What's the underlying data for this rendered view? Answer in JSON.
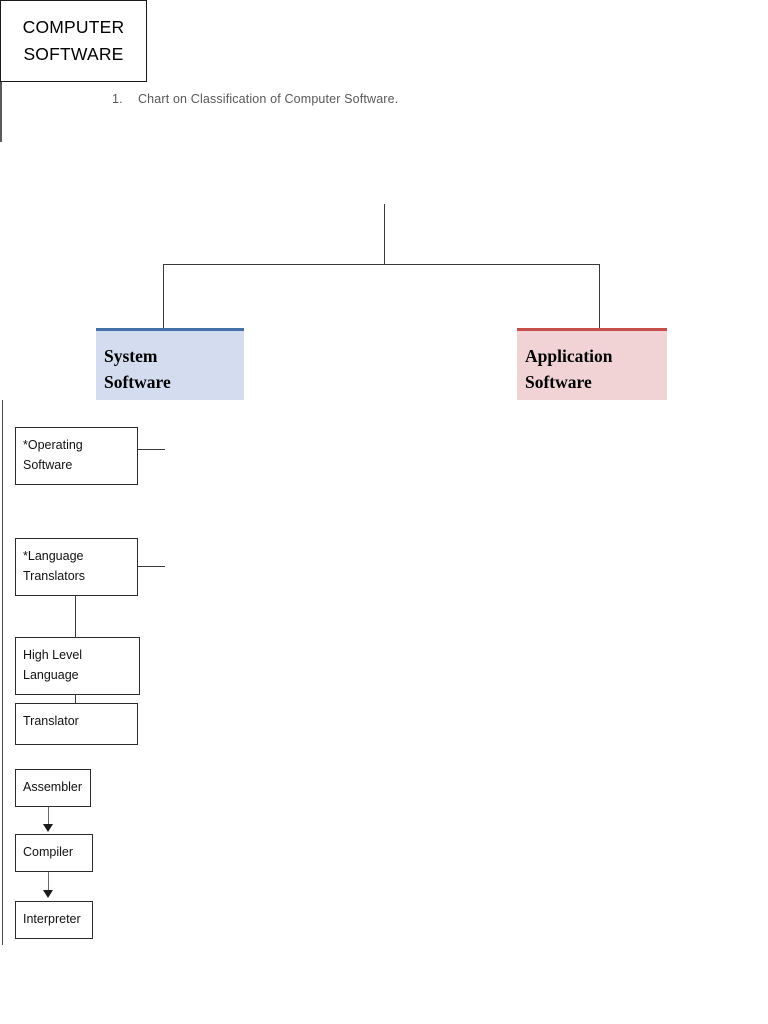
{
  "document": {
    "heading": {
      "number": "1.",
      "text": "Chart on Classification of Computer Software."
    }
  },
  "chart_data": {
    "type": "diagram",
    "title": "Chart on Classification of Computer Software.",
    "root": {
      "line1": "COMPUTER",
      "line2": "SOFTWARE"
    },
    "branches": [
      {
        "id": "system-software",
        "line1": "System",
        "line2": "Software",
        "fill": "#d3ddef",
        "accent": "#4472a8"
      },
      {
        "id": "application-software",
        "line1": "Application",
        "line2": "Software",
        "fill": "#f1d3d5",
        "accent": "#c5504b"
      }
    ],
    "leaves": [
      {
        "id": "operating-software",
        "line1": "*Operating",
        "line2": "Software"
      },
      {
        "id": "language-translators",
        "line1": "*Language",
        "line2": "Translators"
      },
      {
        "id": "high-level-language",
        "line1": "High Level",
        "line2": "Language"
      },
      {
        "id": "translator",
        "line1": "Translator",
        "line2": ""
      },
      {
        "id": "assembler",
        "line1": "Assembler",
        "line2": ""
      },
      {
        "id": "compiler",
        "line1": "Compiler",
        "line2": ""
      },
      {
        "id": "interpreter",
        "line1": "Interpreter",
        "line2": ""
      }
    ],
    "edges": [
      {
        "from": "root",
        "to": "system-software"
      },
      {
        "from": "root",
        "to": "application-software"
      },
      {
        "from": "language-translators",
        "to": "high-level-language"
      },
      {
        "from": "high-level-language",
        "to": "translator"
      },
      {
        "from": "assembler",
        "to": "compiler",
        "arrow": true
      },
      {
        "from": "compiler",
        "to": "interpreter",
        "arrow": true
      }
    ]
  }
}
